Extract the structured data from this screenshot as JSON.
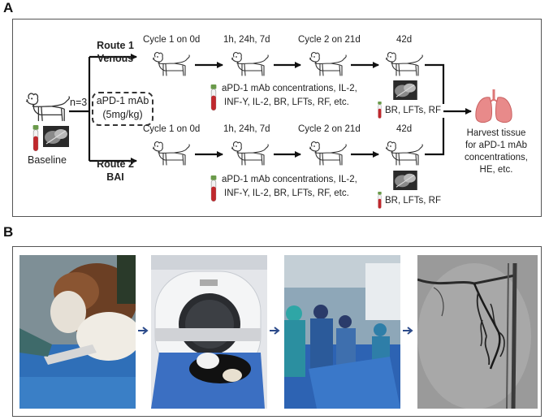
{
  "panelA": {
    "letter": "A",
    "baseline": "Baseline",
    "n": "n=3",
    "dose_line1": "aPD-1 mAb",
    "dose_line2": "(5mg/kg)",
    "route1": {
      "line1": "Route 1",
      "line2": "Venous"
    },
    "route2": {
      "line1": "Route 2",
      "line2": "BAI"
    },
    "row1": {
      "cycle1": "Cycle 1 on 0d",
      "times": "1h,  24h,  7d",
      "cycle2": "Cycle 2 on 21d",
      "day42": "42d",
      "measures_line1": "aPD-1 mAb concentrations, IL-2,",
      "measures_line2": "INF-Y, IL-2, BR, LFTs, RF, etc.",
      "end_measures": "BR, LFTs, RF"
    },
    "row2": {
      "cycle1": "Cycle 1 on 0d",
      "times": "1h,  24h,  7d",
      "cycle2": "Cycle 2 on 21d",
      "day42": "42d",
      "measures_line1": "aPD-1 mAb concentrations, IL-2,",
      "measures_line2": "INF-Y, IL-2, BR, LFTs, RF, etc.",
      "end_measures": "BR, LFTs, RF"
    },
    "harvest_line1": "Harvest tissue",
    "harvest_line2": "for aPD-1 mAb",
    "harvest_line3": "concentrations,",
    "harvest_line4": "HE, etc."
  },
  "panelB": {
    "letter": "B"
  },
  "icons": [
    "dog-icon",
    "blood-tube-icon",
    "xray-image-icon",
    "lungs-icon",
    "arrow-icon"
  ],
  "colors": {
    "tube_red": "#c0282d",
    "lung_pink": "#e88a8a",
    "arrow_blue": "#2b4a8a"
  }
}
